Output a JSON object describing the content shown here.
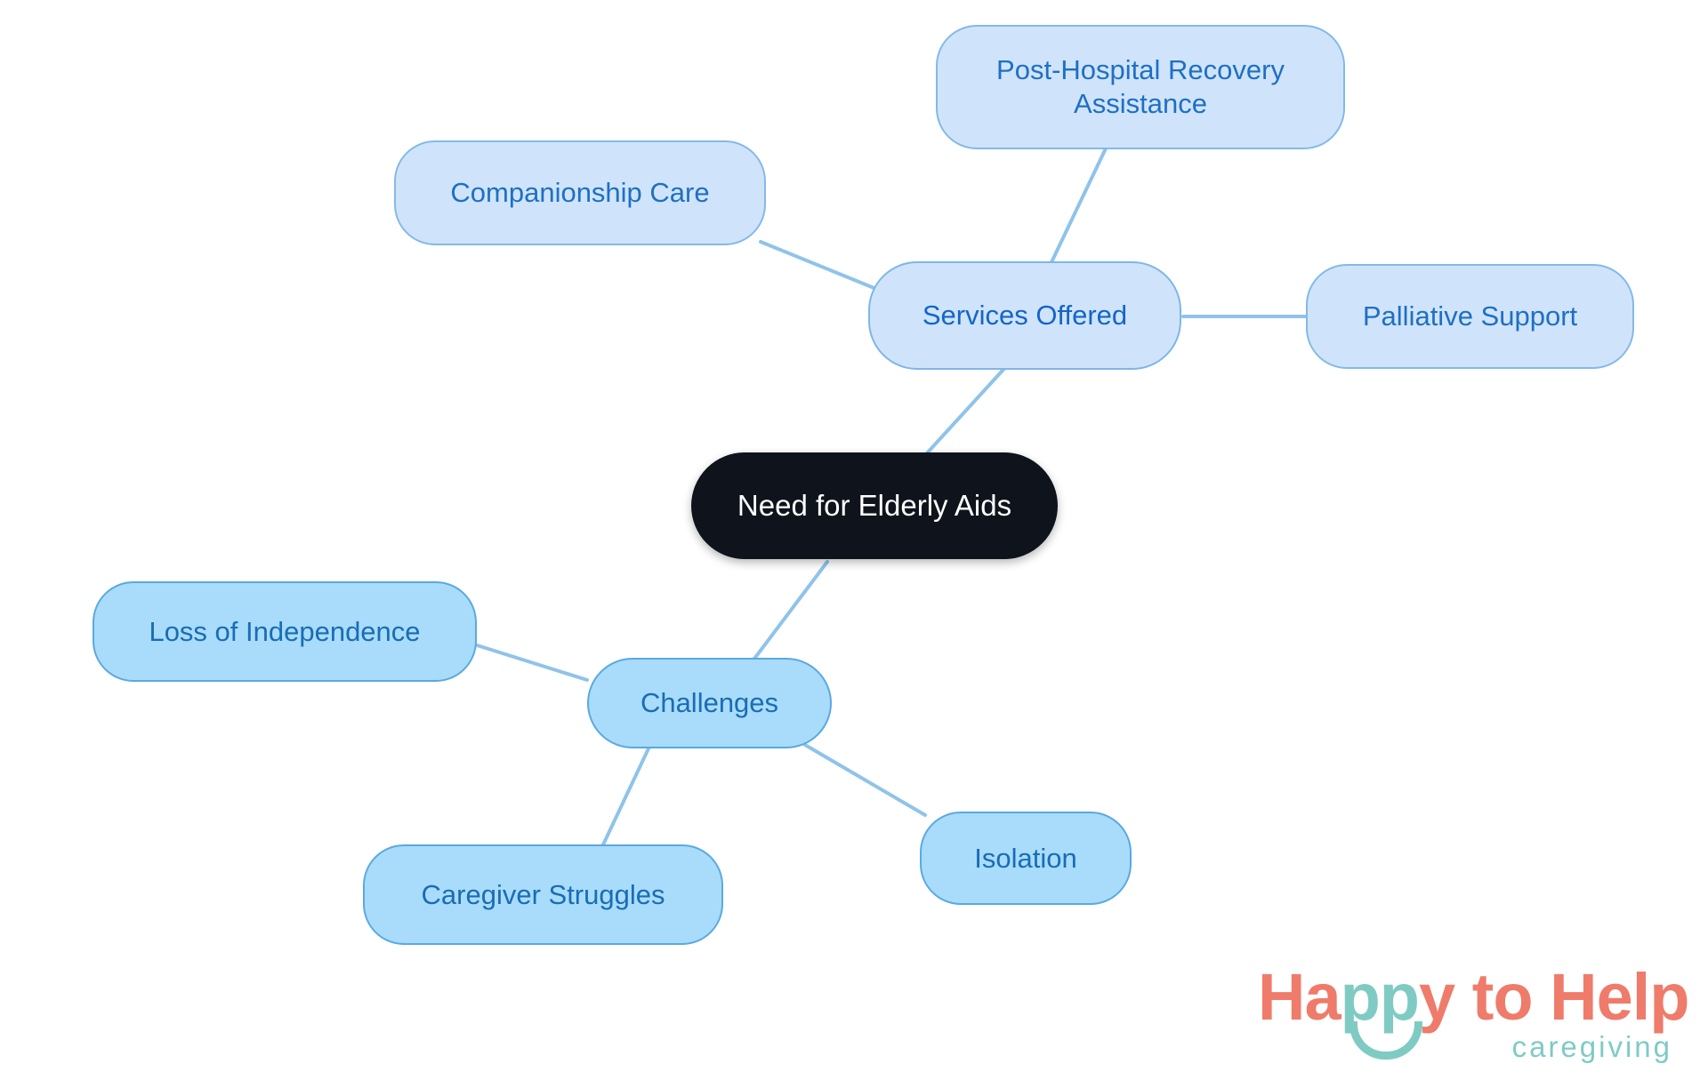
{
  "diagram": {
    "type": "mindmap",
    "title": "Need for Elderly Aids",
    "background_color": "#ffffff",
    "edge_color": "#8fc3ea",
    "root": {
      "id": "root",
      "label": "Need for Elderly Aids",
      "fill": "#0f131c",
      "text_color": "#ffffff"
    },
    "branches": [
      {
        "id": "services-offered",
        "label": "Services Offered",
        "fill": "#cfe4fb",
        "border": "#7fb6e8",
        "text_color": "#1565c8",
        "children": [
          {
            "id": "post-hospital-recovery-assistance",
            "label": "Post-Hospital Recovery\nAssistance"
          },
          {
            "id": "companionship-care",
            "label": "Companionship Care"
          },
          {
            "id": "palliative-support",
            "label": "Palliative Support"
          }
        ]
      },
      {
        "id": "challenges",
        "label": "Challenges",
        "fill": "#a8dcfa",
        "border": "#5aa9e0",
        "text_color": "#1a6cb5",
        "children": [
          {
            "id": "loss-of-independence",
            "label": "Loss of Independence"
          },
          {
            "id": "caregiver-struggles",
            "label": "Caregiver Struggles"
          },
          {
            "id": "isolation",
            "label": "Isolation"
          }
        ]
      }
    ]
  },
  "logo": {
    "word_happy_to": "Ha",
    "word_pp": "pp",
    "word_rest": "y to Help",
    "tagline": "caregiving",
    "primary_color": "#ef7b6b",
    "accent_color": "#7fcbc4"
  }
}
